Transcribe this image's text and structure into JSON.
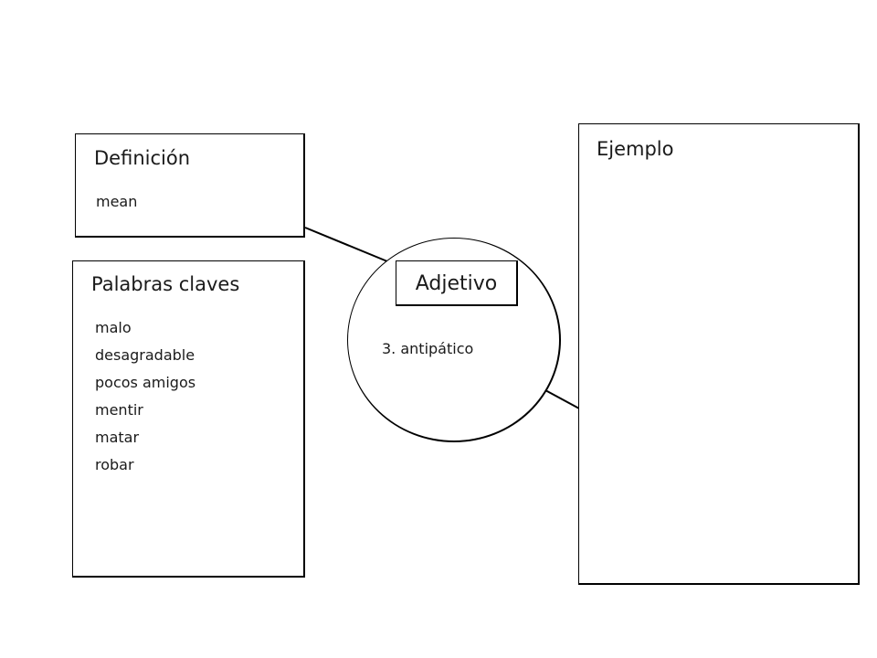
{
  "definicion": {
    "title": "Definición",
    "text": "mean"
  },
  "palabras_claves": {
    "title": "Palabras claves",
    "items": [
      "malo",
      "desagradable",
      "pocos amigos",
      "mentir",
      "matar",
      "robar"
    ]
  },
  "ejemplo": {
    "title": "Ejemplo"
  },
  "center": {
    "label": "Adjetivo",
    "item": "3. antipático"
  },
  "colors": {
    "line": "#000000",
    "text": "#1a1a1a",
    "background": "#ffffff"
  }
}
